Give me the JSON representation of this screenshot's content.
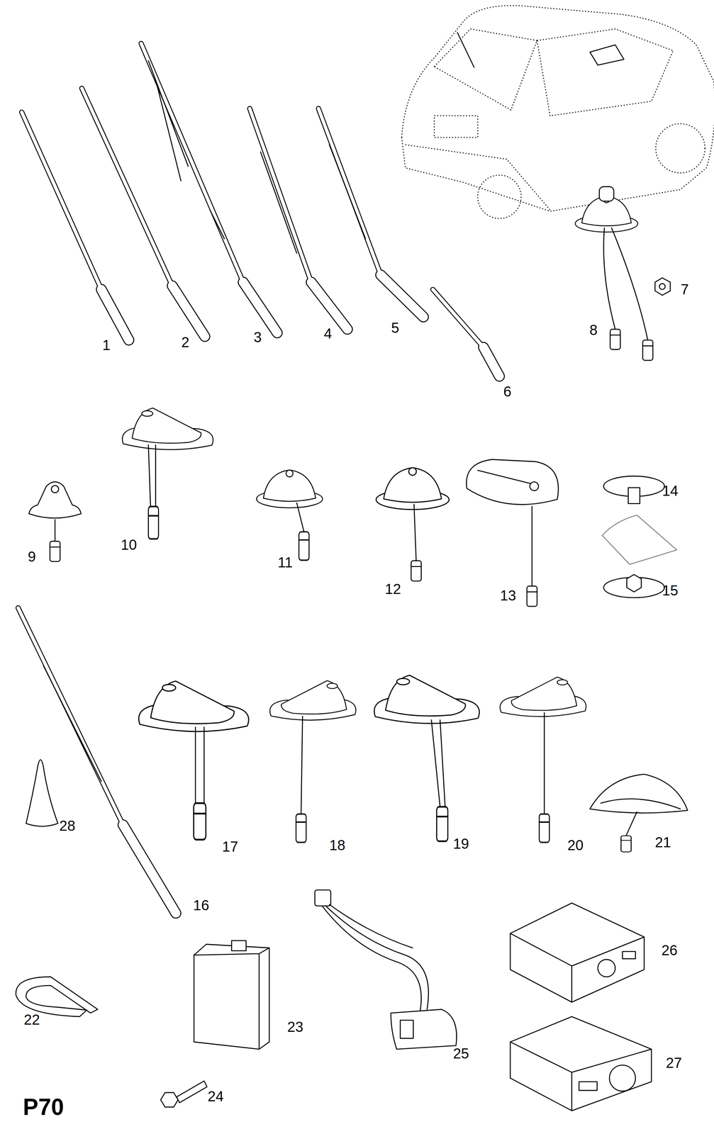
{
  "diagram": {
    "labels": [
      "1",
      "2",
      "3",
      "4",
      "5",
      "6",
      "7",
      "8",
      "9",
      "10",
      "11",
      "12",
      "13",
      "14",
      "15",
      "16",
      "17",
      "18",
      "19",
      "20",
      "21",
      "22",
      "23",
      "24",
      "25",
      "26",
      "27",
      "28",
      "P70"
    ]
  }
}
